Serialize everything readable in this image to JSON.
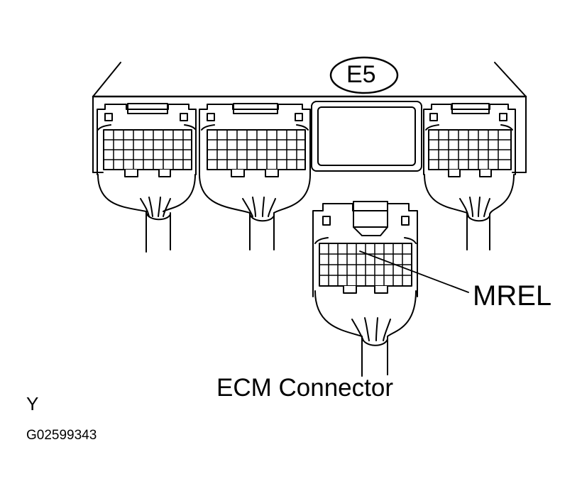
{
  "labels": {
    "connector_code": "E5",
    "terminal": "MREL",
    "caption": "ECM Connector",
    "corner_mark": "Y",
    "figure_id": "G02599343"
  },
  "colors": {
    "line": "#000000",
    "background": "#ffffff"
  }
}
